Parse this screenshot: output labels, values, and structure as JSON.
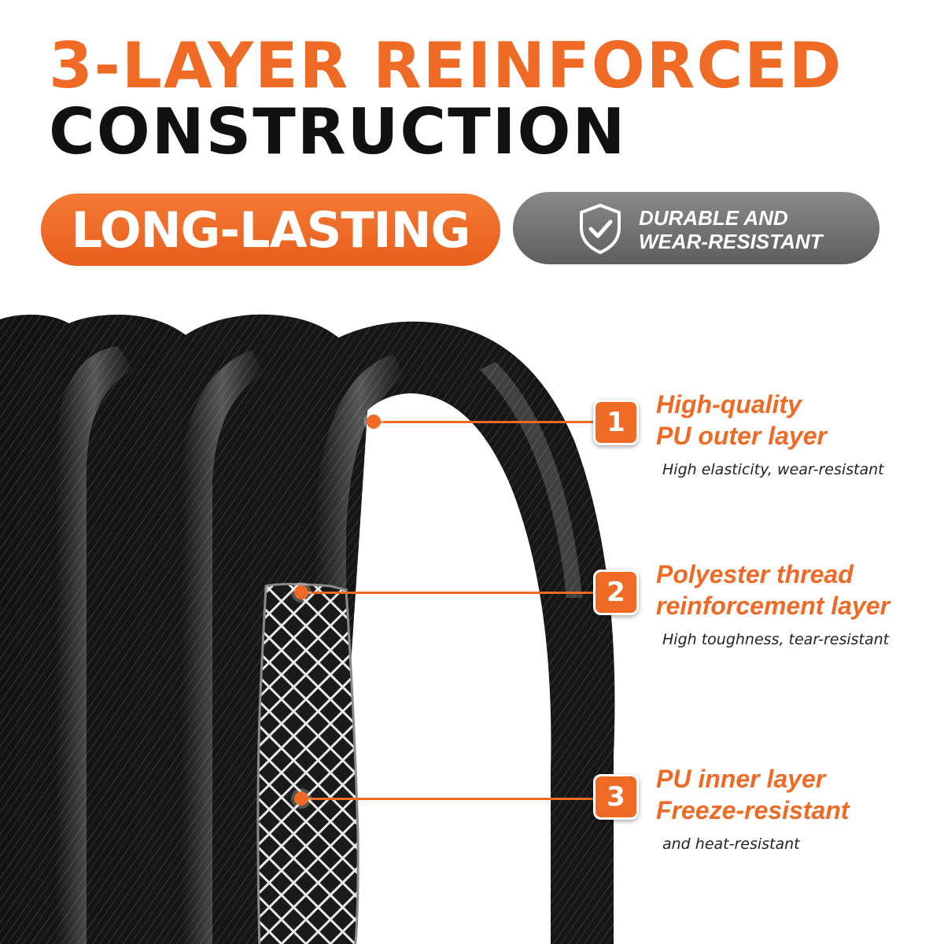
{
  "headline": {
    "line1": "3-LAYER REINFORCED",
    "line2": "CONSTRUCTION"
  },
  "badges": {
    "primary": "LONG-LASTING",
    "secondary_line1": "DURABLE AND",
    "secondary_line2": "WEAR-RESISTANT",
    "secondary_icon": "shield-check-icon"
  },
  "layers": [
    {
      "number": "1",
      "title_line1": "High-quality",
      "title_line2": "PU outer layer",
      "description": "High elasticity, wear-resistant"
    },
    {
      "number": "2",
      "title_line1": "Polyester thread",
      "title_line2": "reinforcement layer",
      "description": "High toughness, tear-resistant"
    },
    {
      "number": "3",
      "title_line1": "PU inner layer",
      "title_line2": "Freeze-resistant",
      "description": "and heat-resistant"
    }
  ],
  "colors": {
    "accent": "#ee6a25",
    "headline_dark": "#111111",
    "secondary_pill": "#6e6e6e",
    "hose": "#161616"
  }
}
